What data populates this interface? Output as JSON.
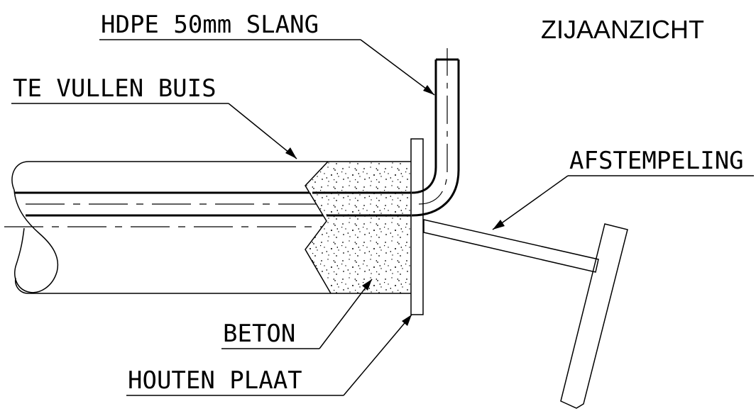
{
  "title": "ZIJAANZICHT",
  "labels": {
    "hose": "HDPE 50mm SLANG",
    "pipe": "TE VULLEN BUIS",
    "prop": "AFSTEMPELING",
    "concrete": "BETON",
    "plate": "HOUTEN PLAAT"
  }
}
